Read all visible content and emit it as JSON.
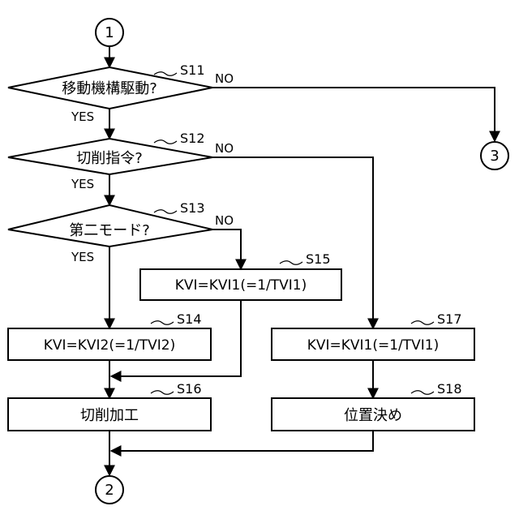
{
  "connectors": {
    "top": "1",
    "right": "3",
    "bottom": "2"
  },
  "steps": {
    "s11": {
      "id": "S11",
      "text": "移動機構駆動?"
    },
    "s12": {
      "id": "S12",
      "text": "切削指令?"
    },
    "s13": {
      "id": "S13",
      "text": "第二モード?"
    },
    "s14": {
      "id": "S14",
      "text": "KVI=KVI2(=1/TVI2)"
    },
    "s15": {
      "id": "S15",
      "text": "KVI=KVI1(=1/TVI1)"
    },
    "s16": {
      "id": "S16",
      "text": "切削加工"
    },
    "s17": {
      "id": "S17",
      "text": "KVI=KVI1(=1/TVI1)"
    },
    "s18": {
      "id": "S18",
      "text": "位置決め"
    }
  },
  "labels": {
    "yes": "YES",
    "no": "NO"
  }
}
